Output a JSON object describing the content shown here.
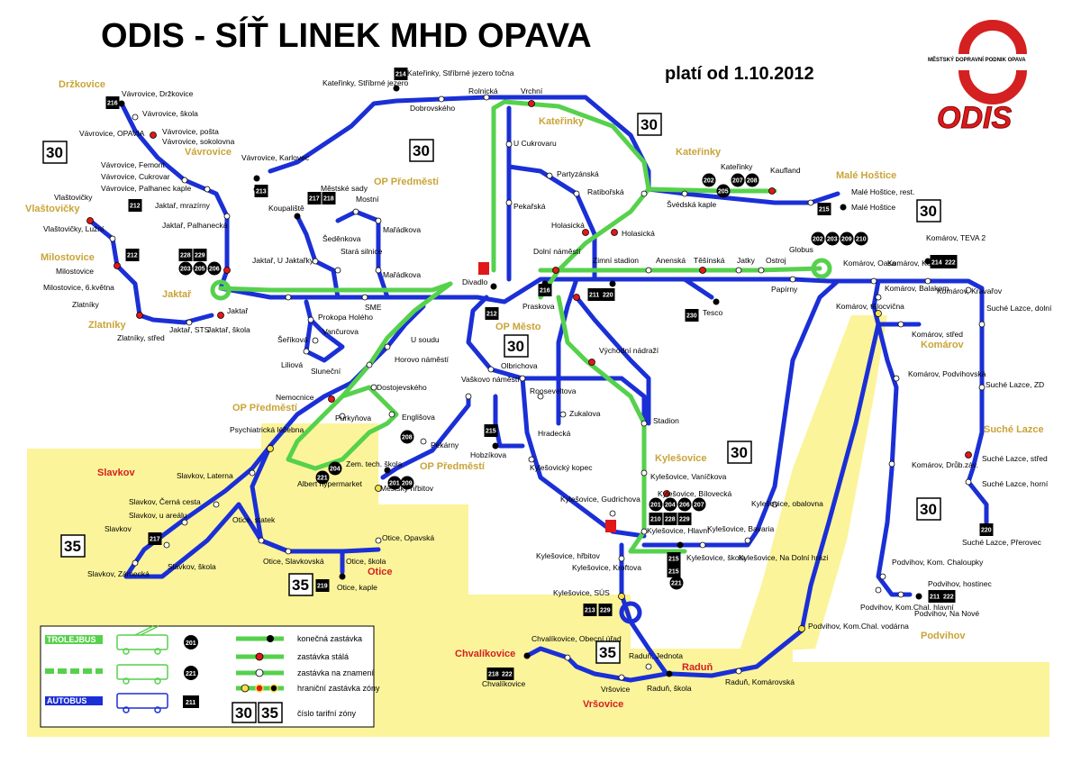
{
  "title": "ODIS - SÍŤ LINEK MHD OPAVA",
  "valid_from": "platí od 1.10.2012",
  "operator_name": "MĚSTSKÝ DOPRAVNÍ PODNIK OPAVA",
  "brand": "ODIS",
  "colors": {
    "bus": "#1b2fd6",
    "trolleybus": "#56d14c",
    "zone_35": "#fbf49a",
    "district_label": "#c9a437",
    "district_red": "#d42020"
  },
  "districts": [
    {
      "name": "Držkovice"
    },
    {
      "name": "Vávrovice"
    },
    {
      "name": "Vlaštovičky"
    },
    {
      "name": "Milostovice"
    },
    {
      "name": "Zlatníky"
    },
    {
      "name": "Jaktař"
    },
    {
      "name": "OP Předměstí"
    },
    {
      "name": "OP Předměstí"
    },
    {
      "name": "OP Předměstí"
    },
    {
      "name": "OP Město"
    },
    {
      "name": "Kateřinky"
    },
    {
      "name": "Kateřinky"
    },
    {
      "name": "Malé Hoštice"
    },
    {
      "name": "Komárov"
    },
    {
      "name": "Suché Lazce"
    },
    {
      "name": "Kylešovice"
    },
    {
      "name": "Podvihov"
    },
    {
      "name": "Slavkov"
    },
    {
      "name": "Otice"
    },
    {
      "name": "Chvalíkovice"
    },
    {
      "name": "Vršovice"
    },
    {
      "name": "Raduň"
    }
  ],
  "zones": [
    "30",
    "30",
    "30",
    "30",
    "30",
    "30",
    "35",
    "35",
    "35"
  ],
  "stops": [
    {
      "name": "Vávrovice, Držkovice"
    },
    {
      "name": "Vávrovice, škola"
    },
    {
      "name": "Vávrovice, OPAVIA"
    },
    {
      "name": "Vávrovice, pošta"
    },
    {
      "name": "Vávrovice, sokolovna"
    },
    {
      "name": "Vávrovice, Femont"
    },
    {
      "name": "Vávrovice, Cukrovar"
    },
    {
      "name": "Vávrovice, Palhanec kaple"
    },
    {
      "name": "Jaktař, mrazírny"
    },
    {
      "name": "Jaktař, Palhanecká"
    },
    {
      "name": "Vlaštovičky"
    },
    {
      "name": "Vlaštovičky, Lužní"
    },
    {
      "name": "Milostovice"
    },
    {
      "name": "Milostovice, 6.května"
    },
    {
      "name": "Zlatníky"
    },
    {
      "name": "Zlatníky, střed"
    },
    {
      "name": "Jaktař, STS"
    },
    {
      "name": "Jaktař, škola"
    },
    {
      "name": "Jaktař"
    },
    {
      "name": "Jaktař, U Jaktařky"
    },
    {
      "name": "Vávrovice, Karlovec"
    },
    {
      "name": "Kateřinky, Stříbrné jezero"
    },
    {
      "name": "Kateřinky, Stříbrné jezero točna"
    },
    {
      "name": "Dobrovského"
    },
    {
      "name": "Rolnická"
    },
    {
      "name": "Vrchní"
    },
    {
      "name": "U Cukrovaru"
    },
    {
      "name": "Partyzánská"
    },
    {
      "name": "Ratibořská"
    },
    {
      "name": "Pekařská"
    },
    {
      "name": "Holasická"
    },
    {
      "name": "Holasická"
    },
    {
      "name": "Kateřinky"
    },
    {
      "name": "Kaufland"
    },
    {
      "name": "Švédská kaple"
    },
    {
      "name": "Malé Hoštice, rest."
    },
    {
      "name": "Malé Hoštice"
    },
    {
      "name": "Koupaliště"
    },
    {
      "name": "Městské sady"
    },
    {
      "name": "Mostní"
    },
    {
      "name": "Šeděnkova"
    },
    {
      "name": "Stará silnice"
    },
    {
      "name": "Mařádkova"
    },
    {
      "name": "Mařádkova"
    },
    {
      "name": "Divadlo"
    },
    {
      "name": "Dolní náměstí"
    },
    {
      "name": "Zimní stadion"
    },
    {
      "name": "Anenská"
    },
    {
      "name": "Těšínská"
    },
    {
      "name": "Jatky"
    },
    {
      "name": "Ostroj"
    },
    {
      "name": "Globus"
    },
    {
      "name": "Papírny"
    },
    {
      "name": "Praskova"
    },
    {
      "name": "Tesco"
    },
    {
      "name": "SME"
    },
    {
      "name": "Prokopa Holého"
    },
    {
      "name": "Vančurova"
    },
    {
      "name": "Šeříková"
    },
    {
      "name": "Liliová"
    },
    {
      "name": "Sluneční"
    },
    {
      "name": "U soudu"
    },
    {
      "name": "Horovo náměstí"
    },
    {
      "name": "Olbrichova"
    },
    {
      "name": "Nemocnice"
    },
    {
      "name": "Dostojevského"
    },
    {
      "name": "Purkyňova"
    },
    {
      "name": "Englišova"
    },
    {
      "name": "Vaškovo náměstí"
    },
    {
      "name": "Rooseveltova"
    },
    {
      "name": "Zukalova"
    },
    {
      "name": "Hradecká"
    },
    {
      "name": "Hobzíkova"
    },
    {
      "name": "Východní nádraží"
    },
    {
      "name": "Stadion"
    },
    {
      "name": "Kylešovice, Vaníčkova"
    },
    {
      "name": "Kylešovice, Bílovecká"
    },
    {
      "name": "Kylešovický kopec"
    },
    {
      "name": "Kylešovice, Gudrichova"
    },
    {
      "name": "Kylešovice, Hlavní"
    },
    {
      "name": "Kylešovice, Bavaria"
    },
    {
      "name": "Kylešovice, obalovna"
    },
    {
      "name": "Kylešovice, hřbitov"
    },
    {
      "name": "Kylešovice, škola"
    },
    {
      "name": "Kylešovice, Na Dolní hrázi"
    },
    {
      "name": "Kylešovice, Kroftova"
    },
    {
      "name": "Kylešovice, SÚS"
    },
    {
      "name": "Psychiatrická léčebna"
    },
    {
      "name": "Pekárny"
    },
    {
      "name": "Albert hypermarket"
    },
    {
      "name": "Zem. tech. škola"
    },
    {
      "name": "Městský hřbitov"
    },
    {
      "name": "Slavkov, Laterna"
    },
    {
      "name": "Slavkov, Černá cesta"
    },
    {
      "name": "Slavkov, u areálu"
    },
    {
      "name": "Slavkov"
    },
    {
      "name": "Slavkov, Zámecká"
    },
    {
      "name": "Slavkov, škola"
    },
    {
      "name": "Otice, statek"
    },
    {
      "name": "Otice, Slavkovská"
    },
    {
      "name": "Otice, Opavská"
    },
    {
      "name": "Otice, škola"
    },
    {
      "name": "Otice, kaple"
    },
    {
      "name": "Komárov, TEVA 2"
    },
    {
      "name": "Komárov, Oasa"
    },
    {
      "name": "Komárov, Komas"
    },
    {
      "name": "Komárov, Balakom"
    },
    {
      "name": "Komárov, tělocvična"
    },
    {
      "name": "Komárov, Kravařov"
    },
    {
      "name": "Komárov, střed"
    },
    {
      "name": "Komárov, Podvihovská"
    },
    {
      "name": "Komárov, Drůb.záv."
    },
    {
      "name": "Suché Lazce, dolní"
    },
    {
      "name": "Suché Lazce, ZD"
    },
    {
      "name": "Suché Lazce, střed"
    },
    {
      "name": "Suché Lazce, horní"
    },
    {
      "name": "Suché Lazce, Přerovec"
    },
    {
      "name": "Podvihov, Kom. Chaloupky"
    },
    {
      "name": "Podvihov, hostinec"
    },
    {
      "name": "Podvihov, Kom.Chal. hlavní"
    },
    {
      "name": "Podvihov, Na Nové"
    },
    {
      "name": "Podvihov, Kom.Chal. vodárna"
    },
    {
      "name": "Chvalíkovice, Obecní úřad"
    },
    {
      "name": "Chvalíkovice"
    },
    {
      "name": "Vršovice"
    },
    {
      "name": "Raduň, Jednota"
    },
    {
      "name": "Raduň, škola"
    },
    {
      "name": "Raduň, Komárovská"
    }
  ],
  "route_numbers": {
    "trolley": [
      "201",
      "202",
      "203",
      "204",
      "205",
      "206",
      "207",
      "208",
      "209",
      "210"
    ],
    "bus": [
      "211",
      "212",
      "213",
      "214",
      "215",
      "216",
      "217",
      "218",
      "219",
      "220",
      "221",
      "222",
      "228",
      "229",
      "230"
    ]
  },
  "badges": [
    {
      "label": "216",
      "shape": "square"
    },
    {
      "label": "212",
      "shape": "square"
    },
    {
      "label": "212",
      "shape": "square"
    },
    {
      "label": "228",
      "shape": "square"
    },
    {
      "label": "229",
      "shape": "square"
    },
    {
      "label": "203",
      "shape": "circle"
    },
    {
      "label": "205",
      "shape": "circle"
    },
    {
      "label": "206",
      "shape": "circle"
    },
    {
      "label": "213",
      "shape": "square"
    },
    {
      "label": "213",
      "shape": "square"
    },
    {
      "label": "214",
      "shape": "square"
    },
    {
      "label": "217",
      "shape": "square"
    },
    {
      "label": "218",
      "shape": "square"
    },
    {
      "label": "202",
      "shape": "circle"
    },
    {
      "label": "205",
      "shape": "circle"
    },
    {
      "label": "207",
      "shape": "circle"
    },
    {
      "label": "208",
      "shape": "circle"
    },
    {
      "label": "215",
      "shape": "square"
    },
    {
      "label": "202",
      "shape": "circle"
    },
    {
      "label": "203",
      "shape": "circle"
    },
    {
      "label": "209",
      "shape": "circle"
    },
    {
      "label": "210",
      "shape": "circle"
    },
    {
      "label": "214",
      "shape": "square"
    },
    {
      "label": "222",
      "shape": "square"
    },
    {
      "label": "216",
      "shape": "square"
    },
    {
      "label": "211",
      "shape": "square"
    },
    {
      "label": "220",
      "shape": "square"
    },
    {
      "label": "212",
      "shape": "square"
    },
    {
      "label": "230",
      "shape": "square"
    },
    {
      "label": "215",
      "shape": "square"
    },
    {
      "label": "208",
      "shape": "circle"
    },
    {
      "label": "204",
      "shape": "circle"
    },
    {
      "label": "221",
      "shape": "circle"
    },
    {
      "label": "201",
      "shape": "circle"
    },
    {
      "label": "209",
      "shape": "circle"
    },
    {
      "label": "215",
      "shape": "square"
    },
    {
      "label": "201",
      "shape": "circle"
    },
    {
      "label": "204",
      "shape": "circle"
    },
    {
      "label": "206",
      "shape": "circle"
    },
    {
      "label": "207",
      "shape": "circle"
    },
    {
      "label": "210",
      "shape": "square"
    },
    {
      "label": "228",
      "shape": "square"
    },
    {
      "label": "229",
      "shape": "square"
    },
    {
      "label": "215",
      "shape": "square"
    },
    {
      "label": "221",
      "shape": "circle"
    },
    {
      "label": "213",
      "shape": "square"
    },
    {
      "label": "229",
      "shape": "square"
    },
    {
      "label": "217",
      "shape": "square"
    },
    {
      "label": "219",
      "shape": "square"
    },
    {
      "label": "214",
      "shape": "square"
    },
    {
      "label": "222",
      "shape": "square"
    },
    {
      "label": "220",
      "shape": "square"
    },
    {
      "label": "211",
      "shape": "square"
    },
    {
      "label": "222",
      "shape": "square"
    },
    {
      "label": "218",
      "shape": "square"
    },
    {
      "label": "222",
      "shape": "square"
    }
  ],
  "legend": {
    "trolleybus": "TROLEJBUS",
    "bus": "AUTOBUS",
    "trolley_example": "201",
    "trolley_dashed_example": "221",
    "bus_example": "211",
    "terminal": "konečná zastávka",
    "fixed_stop": "zastávka stálá",
    "request_stop": "zastávka na znamení",
    "border_stop": "hraniční zastávka zóny",
    "zone_number": "číslo tarifní zóny",
    "zone_a": "30",
    "zone_b": "35"
  }
}
